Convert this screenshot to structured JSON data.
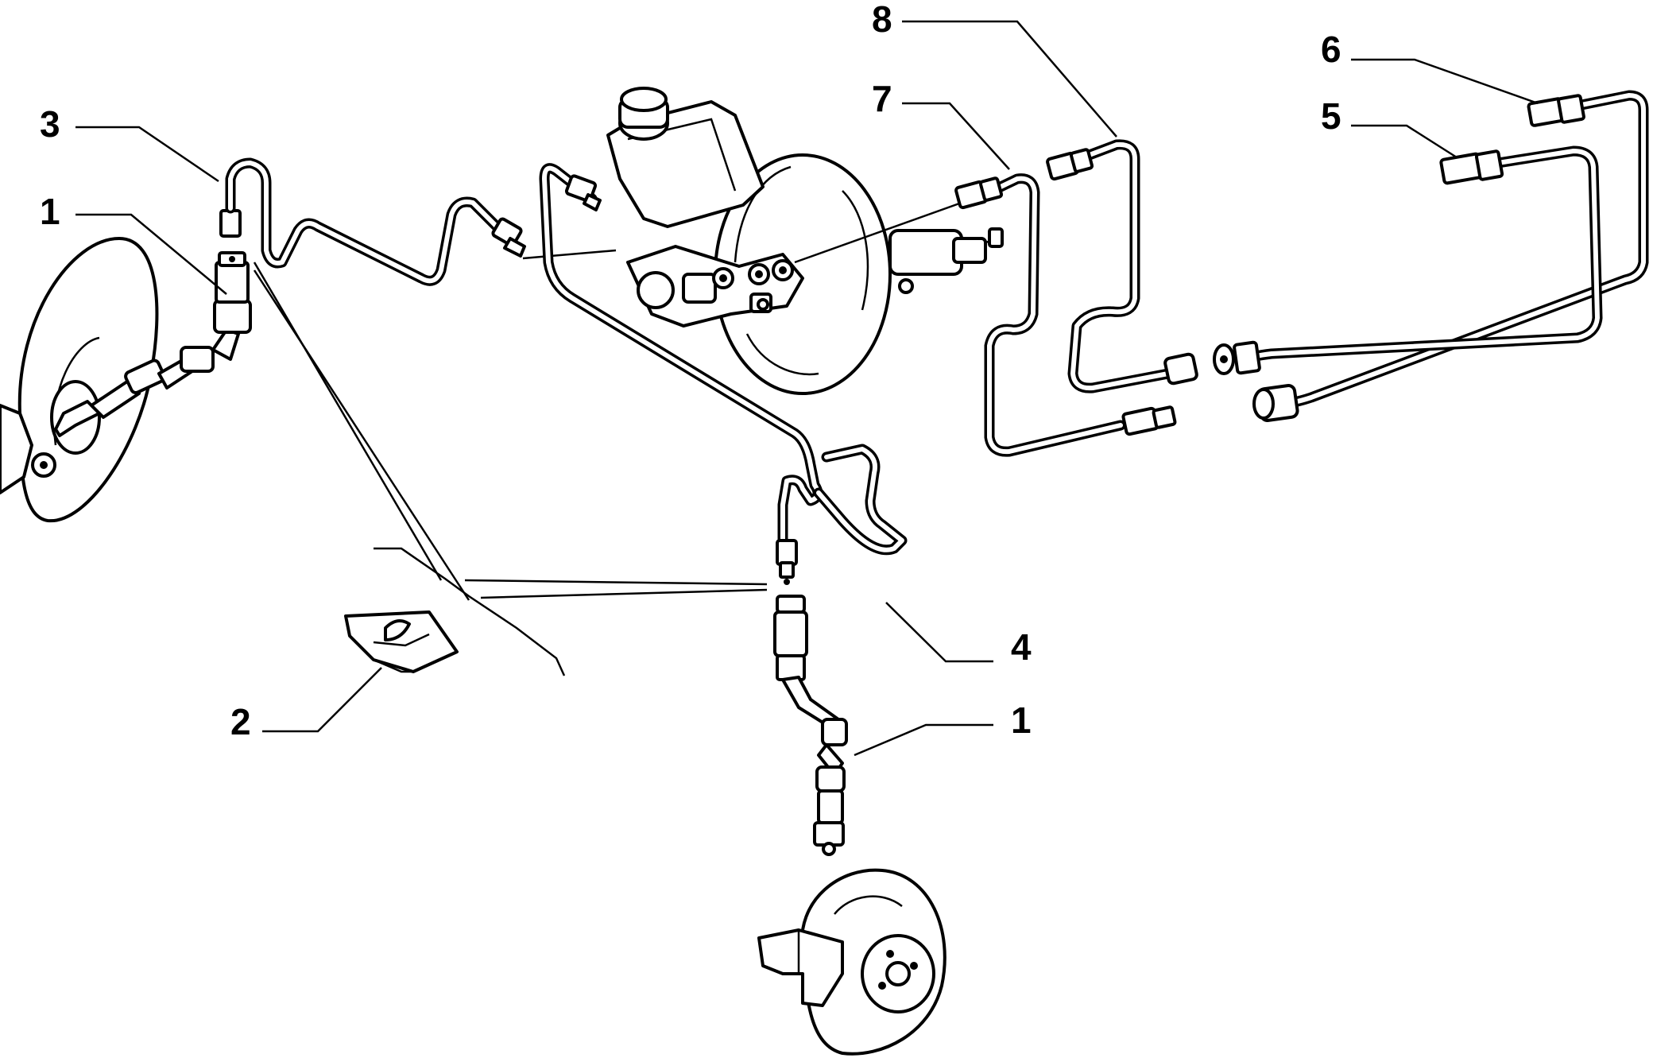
{
  "callouts": [
    {
      "id": "c3",
      "text": "3"
    },
    {
      "id": "c1a",
      "text": "1"
    },
    {
      "id": "c2",
      "text": "2"
    },
    {
      "id": "c8",
      "text": "8"
    },
    {
      "id": "c7",
      "text": "7"
    },
    {
      "id": "c6",
      "text": "6"
    },
    {
      "id": "c5",
      "text": "5"
    },
    {
      "id": "c4",
      "text": "4"
    },
    {
      "id": "c1b",
      "text": "1"
    }
  ]
}
